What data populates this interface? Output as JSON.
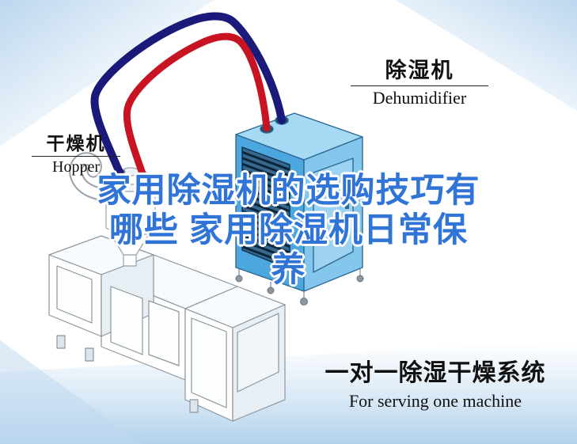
{
  "labels": {
    "dehumidifier": {
      "zh": "除湿机",
      "en": "Dehumidifier"
    },
    "dryer": {
      "zh": "干燥机",
      "en": "Hopper"
    },
    "system": {
      "zh": "一对一除湿干燥系统",
      "en": "For serving one machine"
    }
  },
  "title": {
    "line1": "家用除湿机的选购技巧有",
    "line2": "哪些 家用除湿机日常保",
    "line3": "养"
  },
  "colors": {
    "title_blue": "#2f74d6",
    "pipe_red": "#c81422",
    "pipe_navy": "#1a1a7a",
    "dehumidifier_front": "#4da7df",
    "dehumidifier_side": "#85c6ec",
    "dehumidifier_top": "#a6d9f3",
    "background_tint": "#bdd8ef"
  }
}
